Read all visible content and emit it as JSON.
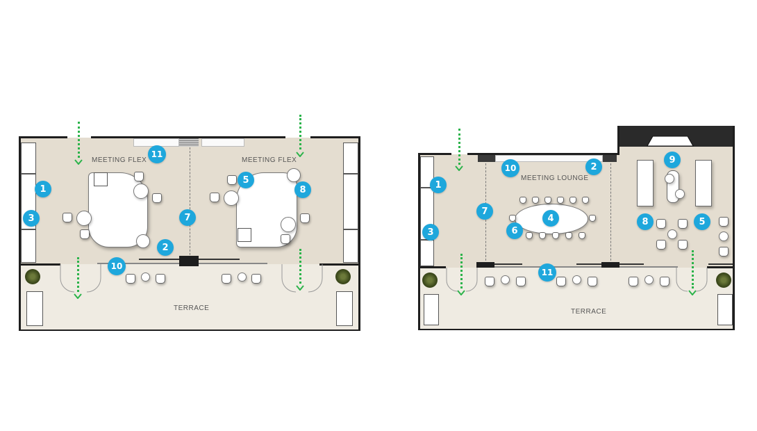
{
  "plans": [
    {
      "id": "left",
      "rooms": {
        "meeting_flex_left": "MEETING FLEX",
        "meeting_flex_right": "MEETING FLEX",
        "terrace": "TERRACE"
      },
      "badges": [
        "1",
        "2",
        "3",
        "5",
        "7",
        "8",
        "10",
        "11"
      ]
    },
    {
      "id": "right",
      "rooms": {
        "meeting_lounge": "MEETING LOUNGE",
        "terrace": "TERRACE"
      },
      "badges": [
        "1",
        "2",
        "3",
        "4",
        "5",
        "6",
        "7",
        "8",
        "9",
        "10",
        "11"
      ]
    }
  ],
  "colors": {
    "badge": "#1ea7dc",
    "room_floor": "#e4ddd0",
    "terrace_floor": "#efebe2",
    "wall": "#1e1e1e",
    "entry_arrow": "#2bb34a"
  },
  "icons": {
    "entry_arrow": "green-dotted-down-arrow",
    "plant": "planter-icon",
    "chair": "lounge-chair-icon"
  }
}
